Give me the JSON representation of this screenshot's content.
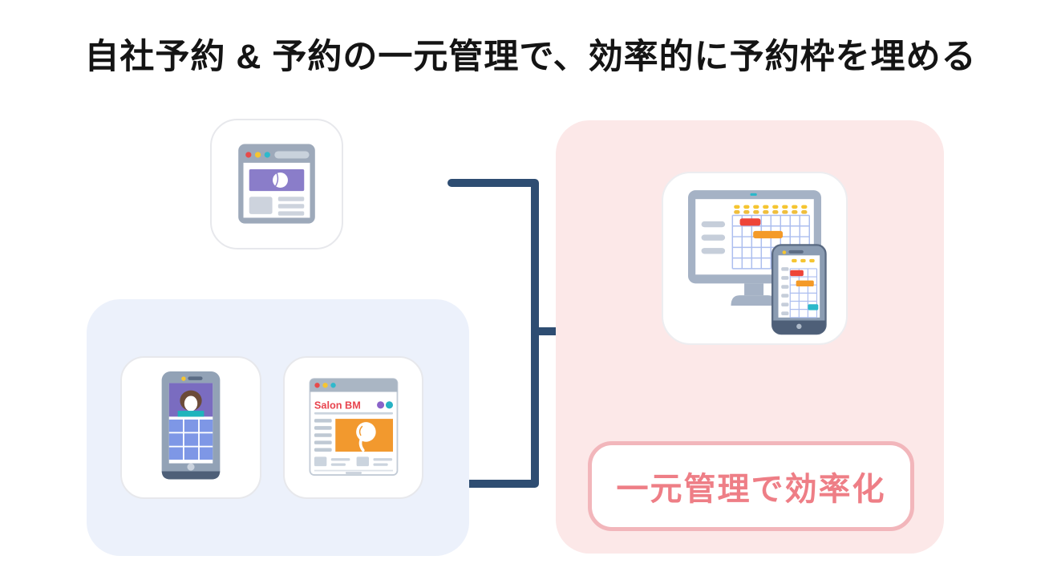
{
  "title": {
    "text": "自社予約 & 予約の一元管理で、効率的に予約枠を埋める"
  },
  "left": {
    "own_website_card": {
      "icon": "browser-window-icon"
    },
    "booking_sources_group": {
      "phone_card": {
        "icon": "smartphone-booking-icon"
      },
      "salon_site_card": {
        "icon": "salon-website-icon",
        "brand": "Salon BM"
      }
    }
  },
  "right": {
    "management_card": {
      "icon": "desktop-phone-calendar-icon"
    },
    "badge": {
      "label": "一元管理で効率化"
    }
  },
  "colors": {
    "connector_navy": "#2E4D72",
    "blue_group_bg": "#ECF1FB",
    "pink_group_bg": "#FCE8E8",
    "badge_border": "#F2B6BB",
    "badge_text": "#EE7E86",
    "salon_brand_red": "#E8454F",
    "accent_purple": "#8A7DC9",
    "accent_orange": "#F2992E",
    "accent_teal": "#2BB8CA",
    "accent_red": "#EE4438",
    "accent_yellow": "#F5C531"
  }
}
